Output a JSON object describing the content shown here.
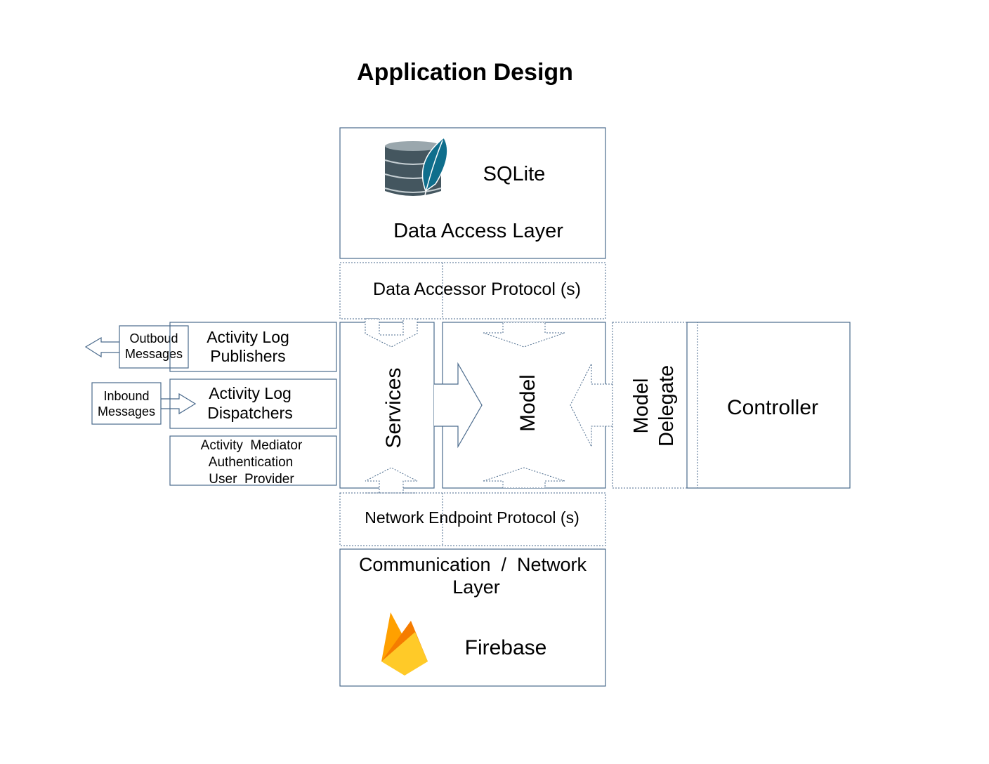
{
  "title": "Application Design",
  "data_layer": {
    "db_label": "SQLite",
    "layer_label": "Data Access Layer",
    "icon": "sqlite-database-icon"
  },
  "data_protocol": "Data Accessor Protocol (s)",
  "messages": {
    "outbound_line1": "Outboud",
    "outbound_line2": "Messages",
    "inbound_line1": "Inbound",
    "inbound_line2": "Messages"
  },
  "activity": {
    "publishers_line1": "Activity Log",
    "publishers_line2": "Publishers",
    "dispatchers_line1": "Activity Log",
    "dispatchers_line2": "Dispatchers",
    "mediator": "Activity  Mediator",
    "auth": "Authentication",
    "user": "User  Provider"
  },
  "core": {
    "services": "Services",
    "model": "Model",
    "delegate_line1": "Model",
    "delegate_line2": "Delegate",
    "controller": "Controller"
  },
  "network_protocol": "Network Endpoint Protocol (s)",
  "network_layer": {
    "line1": "Communication  /  Network",
    "line2": "Layer",
    "service_label": "Firebase",
    "icon": "firebase-flame-icon"
  },
  "colors": {
    "border": "#4a6a8c",
    "db_dark": "#3e4f5c",
    "feather": "#0f6e8c",
    "flame_yellow": "#ffca28",
    "flame_orange": "#f57c00",
    "flame_amber": "#ffa000"
  }
}
